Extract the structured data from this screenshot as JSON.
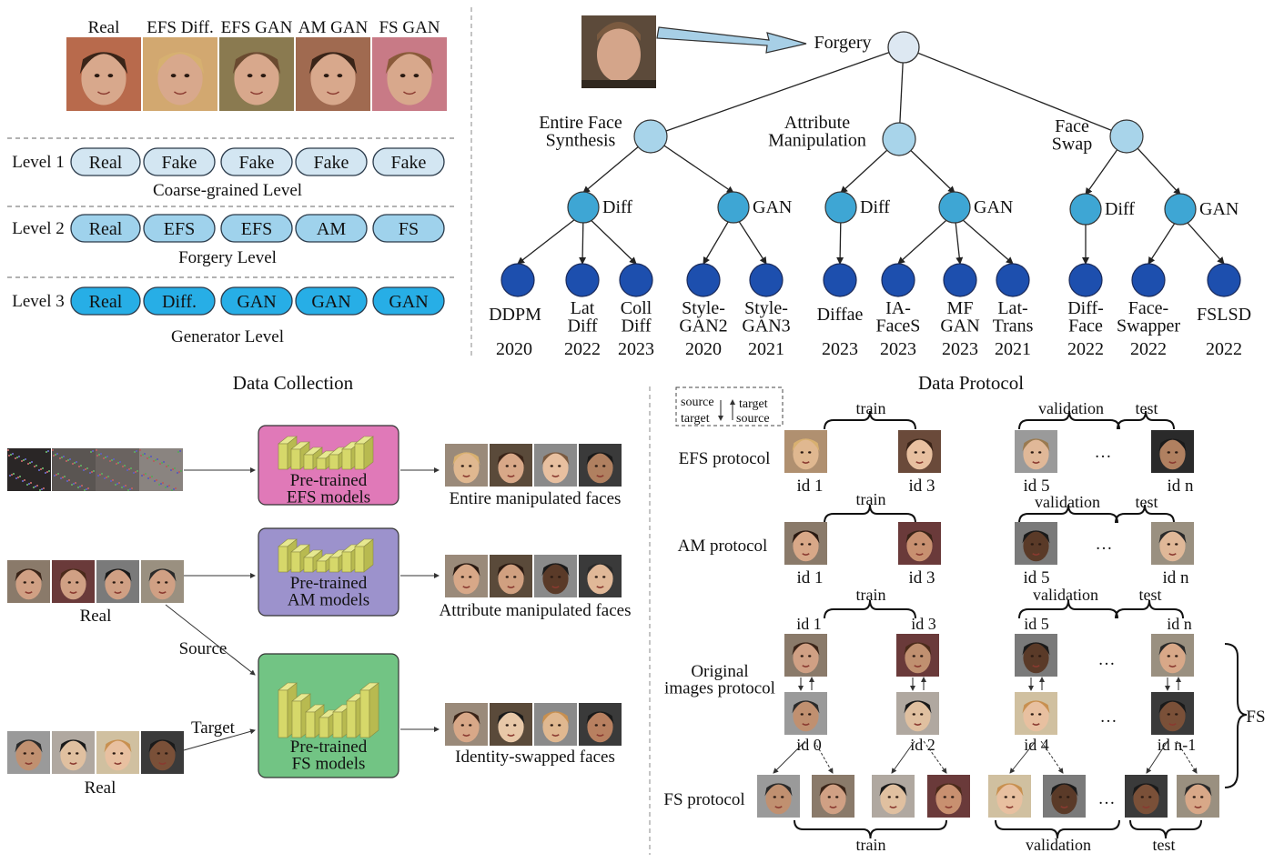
{
  "top_left": {
    "header_labels": [
      "Real",
      "EFS Diff.",
      "EFS GAN",
      "AM GAN",
      "FS GAN"
    ],
    "rows": [
      {
        "level_label": "Level 1",
        "pills": [
          "Real",
          "Fake",
          "Fake",
          "Fake",
          "Fake"
        ],
        "caption": "Coarse-grained Level",
        "fill": "#d3e6f2"
      },
      {
        "level_label": "Level 2",
        "pills": [
          "Real",
          "EFS",
          "EFS",
          "AM",
          "FS"
        ],
        "caption": "Forgery Level",
        "fill": "#9fd2ec"
      },
      {
        "level_label": "Level 3",
        "pills": [
          "Real",
          "Diff.",
          "GAN",
          "GAN",
          "GAN"
        ],
        "caption": "Generator Level",
        "fill": "#27aee6"
      }
    ],
    "photo_colors": [
      "#b86a4c",
      "#d2a870",
      "#8a7a50",
      "#a06a50",
      "#c87a86"
    ]
  },
  "tree": {
    "root_label": "Forgery",
    "branches": [
      {
        "label": "Entire Face\nSynthesis",
        "subs": [
          {
            "label": "Diff",
            "leaves": [
              {
                "name": "DDPM",
                "year": "2020"
              },
              {
                "name": "Lat\nDiff",
                "year": "2022"
              },
              {
                "name": "Coll\nDiff",
                "year": "2023"
              }
            ]
          },
          {
            "label": "GAN",
            "leaves": [
              {
                "name": "Style-\nGAN2",
                "year": "2020"
              },
              {
                "name": "Style-\nGAN3",
                "year": "2021"
              }
            ]
          }
        ]
      },
      {
        "label": "Attribute\nManipulation",
        "subs": [
          {
            "label": "Diff",
            "leaves": [
              {
                "name": "Diffae",
                "year": "2023"
              }
            ]
          },
          {
            "label": "GAN",
            "leaves": [
              {
                "name": "IA-\nFaceS",
                "year": "2023"
              },
              {
                "name": "MF\nGAN",
                "year": "2023"
              },
              {
                "name": "Lat-\nTrans",
                "year": "2021"
              }
            ]
          }
        ]
      },
      {
        "label": "Face\nSwap",
        "subs": [
          {
            "label": "Diff",
            "leaves": [
              {
                "name": "Diff-\nFace",
                "year": "2022"
              }
            ]
          },
          {
            "label": "GAN",
            "leaves": [
              {
                "name": "Face-\nSwapper",
                "year": "2022"
              },
              {
                "name": "FSLSD",
                "year": "2022"
              }
            ]
          }
        ]
      }
    ],
    "colors": {
      "root": "#dde8f2",
      "branch": "#a8d4ea",
      "sub": "#3ea6d4",
      "leaf": "#1d4fae"
    }
  },
  "collection": {
    "title": "Data Collection",
    "boxes": [
      {
        "label": "Pre-trained\nEFS models",
        "fill": "#e079b8"
      },
      {
        "label": "Pre-trained\nAM models",
        "fill": "#9c92cc"
      },
      {
        "label": "Pre-trained\nFS models",
        "fill": "#72c484"
      }
    ],
    "outputs": [
      "Entire manipulated faces",
      "Attribute manipulated faces",
      "Identity-swapped faces"
    ],
    "real_label_1": "Real",
    "real_label_2": "Real",
    "source_label": "Source",
    "target_label": "Target"
  },
  "protocol": {
    "title": "Data Protocol",
    "legend": {
      "left_top": "source",
      "left_bottom": "target",
      "right_top": "target",
      "right_bottom": "source"
    },
    "efs": {
      "label": "EFS protocol",
      "train": "train",
      "validation": "validation",
      "test": "test",
      "ids": [
        "id 1",
        "id 3",
        "id 5",
        "id n"
      ]
    },
    "am": {
      "label": "AM protocol",
      "train": "train",
      "validation": "validation",
      "test": "test",
      "ids": [
        "id 1",
        "id 3",
        "id 5",
        "id n"
      ]
    },
    "orig": {
      "label": "Original\nimages protocol",
      "train": "train",
      "validation": "validation",
      "test": "test",
      "top_ids": [
        "id 1",
        "id 3",
        "id 5",
        "id n"
      ],
      "bottom_ids": [
        "id 0",
        "id 2",
        "id 4",
        "id n-1"
      ]
    },
    "fs": {
      "label": "FS protocol",
      "train": "train",
      "validation": "validation",
      "test": "test",
      "side_label": "FS"
    },
    "ellipsis": "…"
  }
}
